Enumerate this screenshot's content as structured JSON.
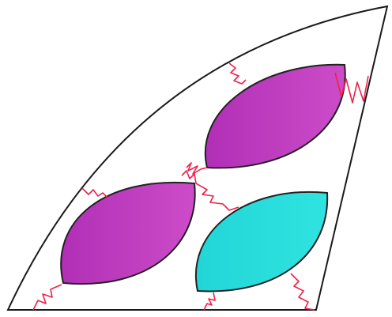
{
  "diagram": {
    "colors": {
      "background": "#ffffff",
      "outline": "#1a1a1a",
      "spring": "#f0204a",
      "magenta": "#b12fb6",
      "magenta_light": "#cc4cc8",
      "cyan": "#22d6d8",
      "cyan_light": "#2fe3e0"
    },
    "particles": [
      {
        "name": "upper-right-ellipse",
        "color": "magenta"
      },
      {
        "name": "left-ellipse",
        "color": "magenta"
      },
      {
        "name": "lower-right-ellipse",
        "color": "cyan"
      }
    ],
    "springs_count": 9
  }
}
